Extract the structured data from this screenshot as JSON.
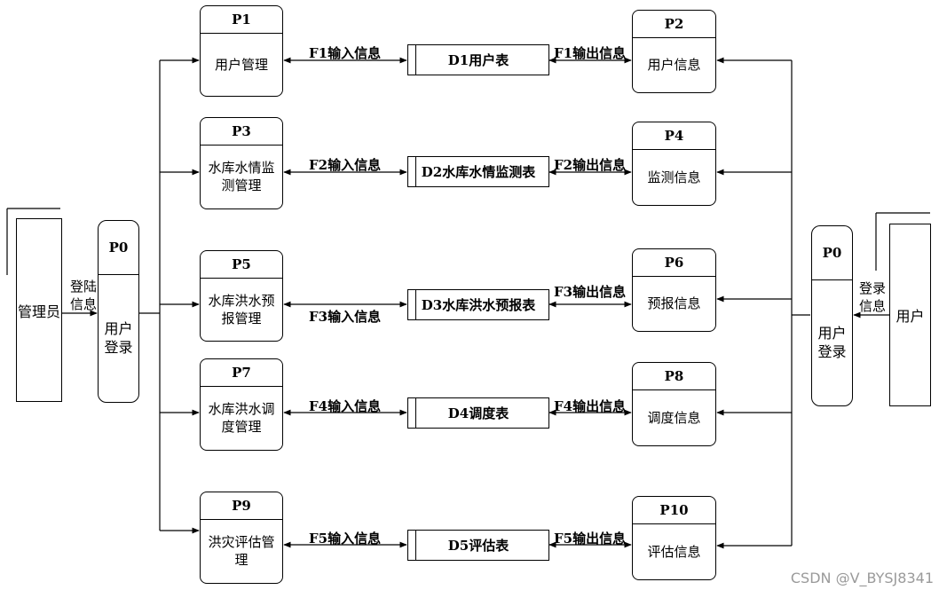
{
  "admin_entity": {
    "label": "管理员"
  },
  "user_entity": {
    "label": "用户"
  },
  "admin_login": {
    "id": "P0",
    "name": "用户登录",
    "input_label": "登陆信息"
  },
  "user_login": {
    "id": "P0",
    "name": "用户登录",
    "input_label": "登录信息"
  },
  "rows": [
    {
      "proc_left": {
        "id": "P1",
        "name": "用户管理"
      },
      "flow_in": "F1输入信息",
      "store": "D1用户表",
      "flow_out": "F1输出信息",
      "proc_right": {
        "id": "P2",
        "name": "用户信息"
      }
    },
    {
      "proc_left": {
        "id": "P3",
        "name": "水库水情监测管理"
      },
      "flow_in": "F2输入信息",
      "store": "D2水库水情监测表",
      "flow_out": "F2输出信息",
      "proc_right": {
        "id": "P4",
        "name": "监测信息"
      }
    },
    {
      "proc_left": {
        "id": "P5",
        "name": "水库洪水预报管理"
      },
      "flow_in": "F3输入信息",
      "store": "D3水库洪水预报表",
      "flow_out": "F3输出信息",
      "proc_right": {
        "id": "P6",
        "name": "预报信息"
      }
    },
    {
      "proc_left": {
        "id": "P7",
        "name": "水库洪水调度管理"
      },
      "flow_in": "F4输入信息",
      "store": "D4调度表",
      "flow_out": "F4输出信息",
      "proc_right": {
        "id": "P8",
        "name": "调度信息"
      }
    },
    {
      "proc_left": {
        "id": "P9",
        "name": "洪灾评估管理"
      },
      "flow_in": "F5输入信息",
      "store": "D5评估表",
      "flow_out": "F5输出信息",
      "proc_right": {
        "id": "P10",
        "name": "评估信息"
      }
    }
  ],
  "watermark": "CSDN @V_BYSJ8341"
}
